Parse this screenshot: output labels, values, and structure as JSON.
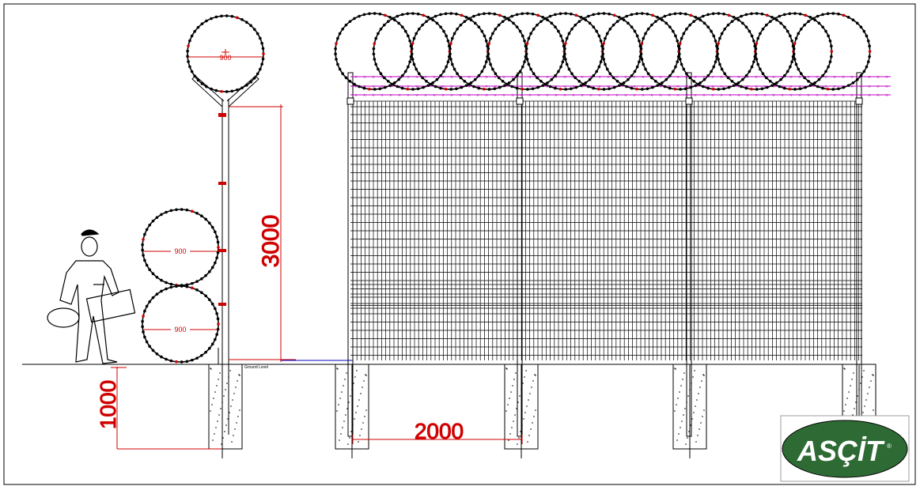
{
  "drawing": {
    "ring_diameter_label": "900",
    "ring_labels": [
      "900",
      "900",
      "900"
    ],
    "fence_height": "3000",
    "foundation_depth": "1000",
    "post_spacing": "2000",
    "ground_label": "Ground Level",
    "coil_count": 13,
    "post_count": 4
  },
  "logo": {
    "text": "ASÇİT",
    "mark": "®",
    "color": "#2e6b34"
  },
  "colors": {
    "dimension": "#d00000",
    "barbed_wire": "#c000c0",
    "ground_ref": "#0000c0"
  }
}
